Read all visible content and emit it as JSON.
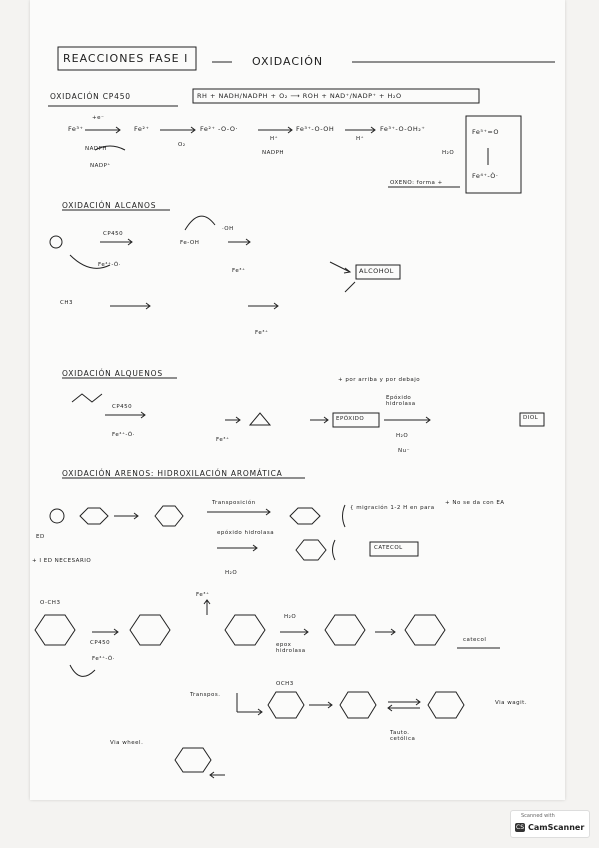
{
  "header": {
    "title": "REACCIONES FASE I",
    "subtitle": "OXIDACIÓN"
  },
  "s1": {
    "heading": "OXIDACIÓN CP450",
    "equation": "RH + NADH/NADPH + O₂ ⟶ ROH + NAD⁺/NADP⁺ + H₂O",
    "chain": [
      "Fe³⁺",
      "Fe²⁺",
      "Fe²⁺ -O-O·",
      "Fe³⁺-O-OH",
      "Fe³⁺-O-OH₂⁺",
      "Fe⁵⁺=O",
      "Fe⁴⁺-Ȯ·"
    ],
    "labels": [
      "+e⁻",
      "NADPH",
      "NADP⁺",
      "O₂",
      "H⁺",
      "NADPH",
      "H⁺",
      "H₂O",
      "OXENO: forma +"
    ]
  },
  "s2": {
    "heading": "OXIDACIÓN ALCANOS",
    "labels": [
      "CP450",
      "·OH",
      "Fe⁴⁺-Ȯ·",
      "Fe-OH",
      "Fe³⁺",
      "ALCOHOL",
      "CH3",
      "Fe³⁺"
    ]
  },
  "s3": {
    "heading": "OXIDACIÓN ALQUENOS",
    "labels": [
      "CP450",
      "Fe⁴⁺-Ȯ·",
      "Fe³⁺",
      "EPÓXIDO",
      "Epóxido hidrolasa",
      "H₂O",
      "Nu⁻",
      "DIOL",
      "+ por arriba y por debajo"
    ]
  },
  "s4": {
    "heading": "OXIDACIÓN ARENOS: HIDROXILACIÓN AROMÁTICA",
    "labels": [
      "Transposición",
      "{ migración 1-2 H en para",
      "+ No se da con EA",
      "epóxido hidrolasa",
      "H₂O",
      "CATECOL",
      "ED",
      "+ I ED NECESARIO"
    ]
  },
  "s5": {
    "labels": [
      "O-CH3",
      "CP450",
      "Fe⁴⁺-Ȯ·",
      "Fe³⁺",
      "H₂O",
      "epox hidrolasa",
      "catecol",
      "Transpos.",
      "OCH3",
      "Via wagit.",
      "Via wheel.",
      "Tauto. cetólica"
    ]
  },
  "badge": {
    "small": "Scanned with",
    "name": "CamScanner",
    "logo": "CS"
  }
}
